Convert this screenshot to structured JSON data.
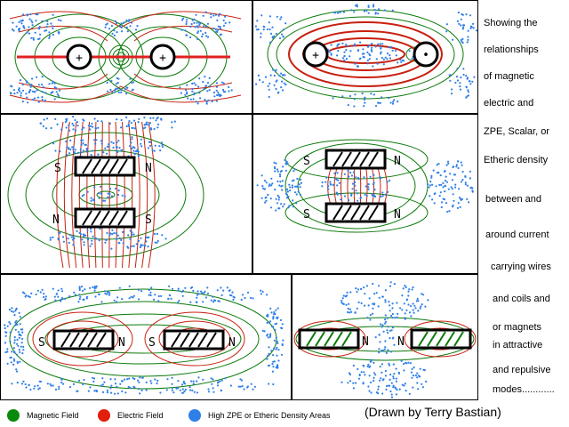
{
  "description_lines": [
    "Showing the",
    "relationships",
    "of magnetic",
    "electric and",
    "ZPE, Scalar, or",
    "Etheric density",
    "between and",
    "around current",
    "carrying wires",
    "and coils and",
    "or magnets",
    "in attractive",
    "and repulsive",
    "modes............"
  ],
  "legend": [
    {
      "label": "Magnetic Field",
      "color": "#0a8a0a",
      "icon": "green-dot-icon"
    },
    {
      "label": "Electric Field",
      "color": "#e0200a",
      "icon": "red-dot-icon"
    },
    {
      "label": "High ZPE or Etheric Density Areas",
      "color": "#2f7fe8",
      "icon": "blue-dot-icon"
    }
  ],
  "credit": "(Drawn by Terry Bastian)",
  "symbols": {
    "plus": "+",
    "dot": "•",
    "north": "N",
    "south": "S"
  },
  "colors": {
    "magnetic": "#0a7a0a",
    "electric": "#c82010",
    "zpe": "#2f7fe8",
    "wire_line": "#e02020"
  }
}
